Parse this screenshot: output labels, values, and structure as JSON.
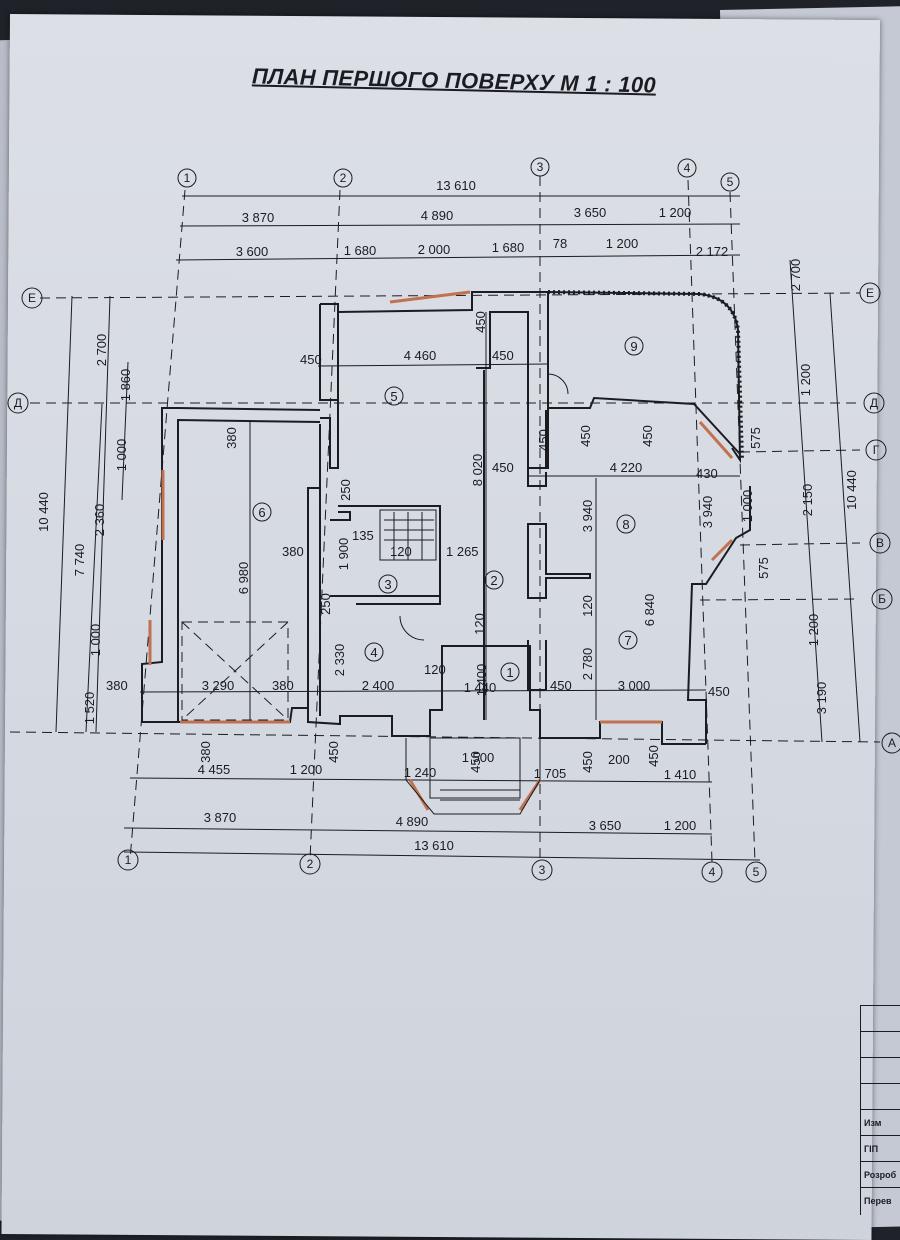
{
  "title": "ПЛАН ПЕРШОГО ПОВЕРХУ М 1 : 100",
  "axes_numbered": [
    "1",
    "2",
    "3",
    "4",
    "5"
  ],
  "axes_lettered": [
    "Е",
    "Д",
    "Г",
    "В",
    "Б",
    "А"
  ],
  "dims_top_total": "13 610",
  "dims_top_row2": [
    "3 870",
    "4 890",
    "3 650",
    "1 200"
  ],
  "dims_top_row3": [
    "3 600",
    "1 680",
    "2 000",
    "1 680",
    "78",
    "1 200",
    "2 172"
  ],
  "dims_bottom_row1": [
    "4 455",
    "1 200",
    "1 240",
    "1 705",
    "1 410"
  ],
  "dims_bottom_row2": [
    "3 870",
    "4 890",
    "3 650",
    "1 200"
  ],
  "dims_bottom_total": "13 610",
  "dims_left_total": "10 440",
  "dims_left_mid": "7 740",
  "dims_left_col2": [
    "2 700",
    "2 360",
    "1 000",
    "1 520"
  ],
  "dims_left_col3": [
    "1 860",
    "1 000"
  ],
  "dims_right_col1": [
    "2 700",
    "1 200",
    "575",
    "2 150",
    "575",
    "1 200",
    "3 190"
  ],
  "dims_right_total": "10 440",
  "dims_internal": {
    "d450a": "450",
    "d4460": "4 460",
    "d450b": "450",
    "d450c": "450",
    "d8020": "8 020",
    "d450d": "450",
    "d4220": "4 220",
    "d430": "430",
    "d380a": "380",
    "d6980": "6 980",
    "d3940a": "3 940",
    "d3940b": "3 940",
    "d450e": "450",
    "d450f": "450",
    "d1000r": "1 000",
    "d250": "250",
    "d135": "135",
    "d1900": "1 900",
    "d120a": "120",
    "d1265": "1 265",
    "d380b": "380",
    "d6840": "6 840",
    "d120b": "120",
    "d250b": "250",
    "d2330": "2 330",
    "d120c": "120",
    "d120d": "120",
    "d2780": "2 780",
    "d1400": "1 400",
    "d1440": "1 440",
    "d380c": "380",
    "d3290": "3 290",
    "d380d": "380",
    "d2400": "2 400",
    "d450g": "450",
    "d3000": "3 000",
    "d450h": "450",
    "d380e": "380",
    "d450i": "450",
    "d1500": "1 500",
    "d450j": "450",
    "d200": "200",
    "d450k": "450",
    "d450l": "450",
    "d450m": "450"
  },
  "rooms": [
    "1",
    "2",
    "3",
    "4",
    "5",
    "6",
    "7",
    "8",
    "9"
  ],
  "stamp": [
    "Изм",
    "ГІП",
    "Розроб",
    "Перев"
  ]
}
